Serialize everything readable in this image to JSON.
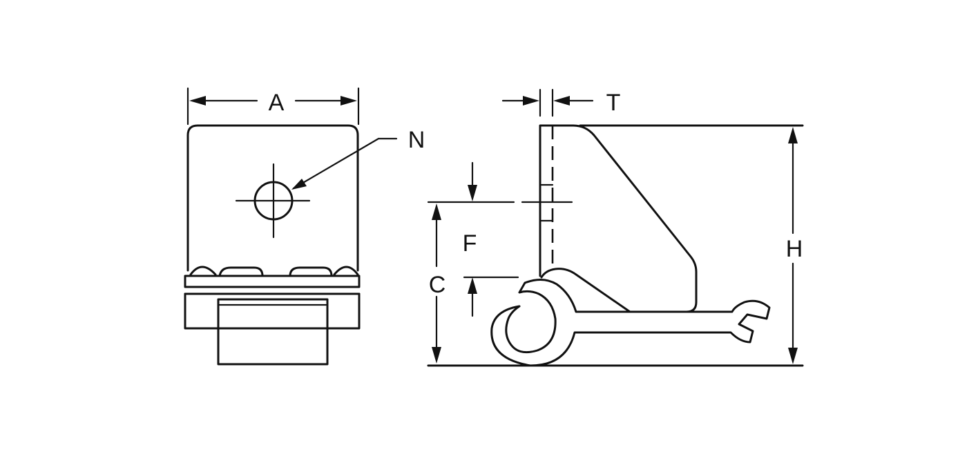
{
  "labels": {
    "A": "A",
    "N": "N",
    "T": "T",
    "F": "F",
    "C": "C",
    "H": "H"
  }
}
